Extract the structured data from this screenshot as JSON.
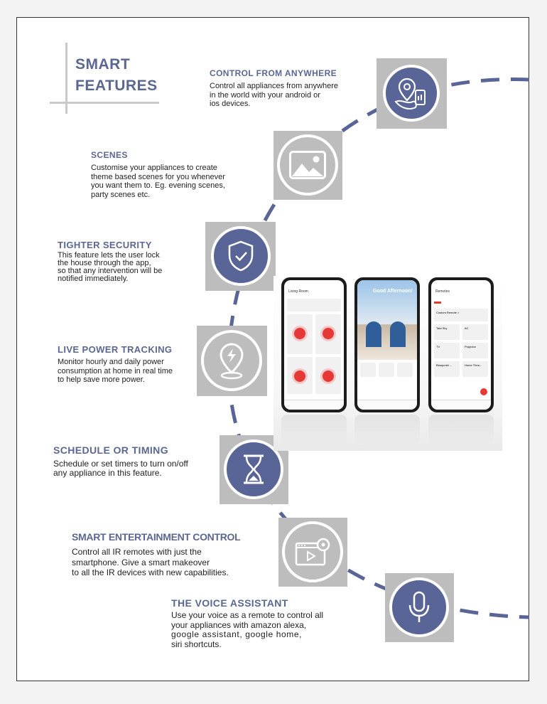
{
  "title": {
    "line1": "SMART",
    "line2": "FEATURES"
  },
  "features": [
    {
      "title": "CONTROL FROM ANYWHERE",
      "lines": [
        "Control all appliances from anywhere",
        "in the world with your android or",
        "ios devices."
      ],
      "icon": "map-pin-phone-icon"
    },
    {
      "title": "SCENES",
      "lines": [
        "Customise your appliances to create",
        "theme based scenes for you whenever",
        "you want them to. Eg. evening scenes,",
        "party scenes etc."
      ],
      "icon": "image-landscape-icon"
    },
    {
      "title": "TIGHTER SECURITY",
      "lines": [
        "This feature lets the user lock",
        "the house through the app,",
        "so that any intervention will be",
        "notified immediately."
      ],
      "icon": "shield-check-icon"
    },
    {
      "title": "LIVE POWER TRACKING",
      "lines": [
        "Monitor hourly and daily power",
        "consumption at home in real time",
        "to help save more power."
      ],
      "icon": "power-pin-icon"
    },
    {
      "title": "SCHEDULE OR TIMING",
      "lines": [
        "Schedule or set timers to turn on/off",
        "any appliance in this feature."
      ],
      "icon": "hourglass-icon"
    },
    {
      "title": "SMART ENTERTAINMENT CONTROL",
      "lines": [
        "Control all IR remotes with just the",
        "smartphone. Give a smart makeover",
        "to all the IR devices with new capabilities."
      ],
      "icon": "video-player-icon"
    },
    {
      "title": "THE VOICE ASSISTANT",
      "lines": [
        "Use your voice as a remote to control all",
        "your appliances with amazon alexa,",
        "google assistant, google home,",
        "siri shortcuts."
      ],
      "icon": "microphone-icon"
    }
  ],
  "phones": {
    "left": {
      "header": "Living Room"
    },
    "middle": {
      "greeting": "Good Afternoon!"
    },
    "right": {
      "header": "Remotes",
      "items": [
        "Custom Remote >",
        "Tata Sky",
        "AC",
        "TV",
        "Projector",
        "Blaupunkt ...",
        "Home Thea..."
      ]
    }
  },
  "colors": {
    "accent": "#5a6597",
    "box": "#bdbdbd",
    "text": "#222222",
    "phone_red": "#e53935"
  }
}
